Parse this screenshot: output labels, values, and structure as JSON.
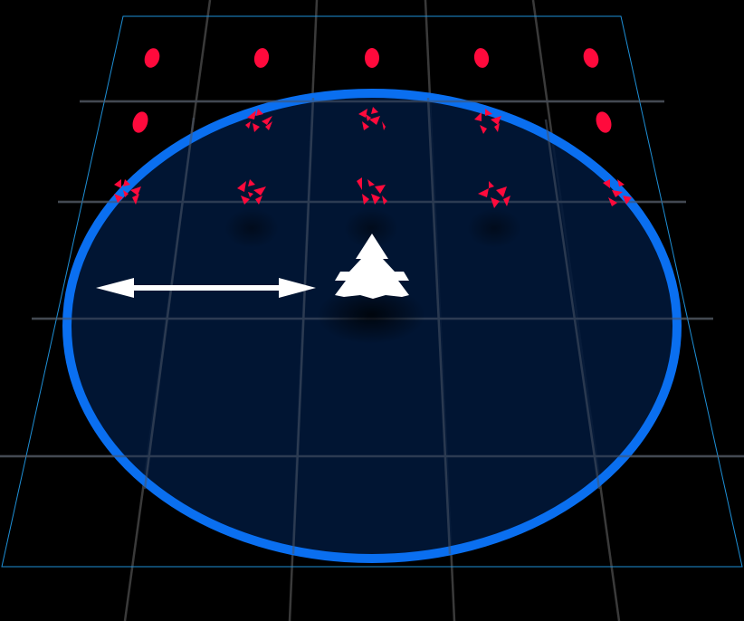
{
  "scene": {
    "background": "#000000",
    "grid_color": "#3a3a3a",
    "board_outline_color": "#1e8fd6",
    "range_ring": {
      "stroke": "#0a6ff0",
      "fill": "#01183a"
    },
    "player": {
      "icon": "player-ship-icon",
      "color": "#ffffff"
    },
    "move_hint": {
      "icon": "double-arrow-icon",
      "color": "#ffffff"
    },
    "enemy_color": "#ff0a3c",
    "enemy_rows": [
      {
        "state": "intact",
        "count": 5
      },
      {
        "state": "mixed",
        "cells": [
          "intact",
          "shattered",
          "shattered",
          "shattered",
          "intact"
        ]
      },
      {
        "state": "shattered",
        "count": 5
      }
    ]
  }
}
